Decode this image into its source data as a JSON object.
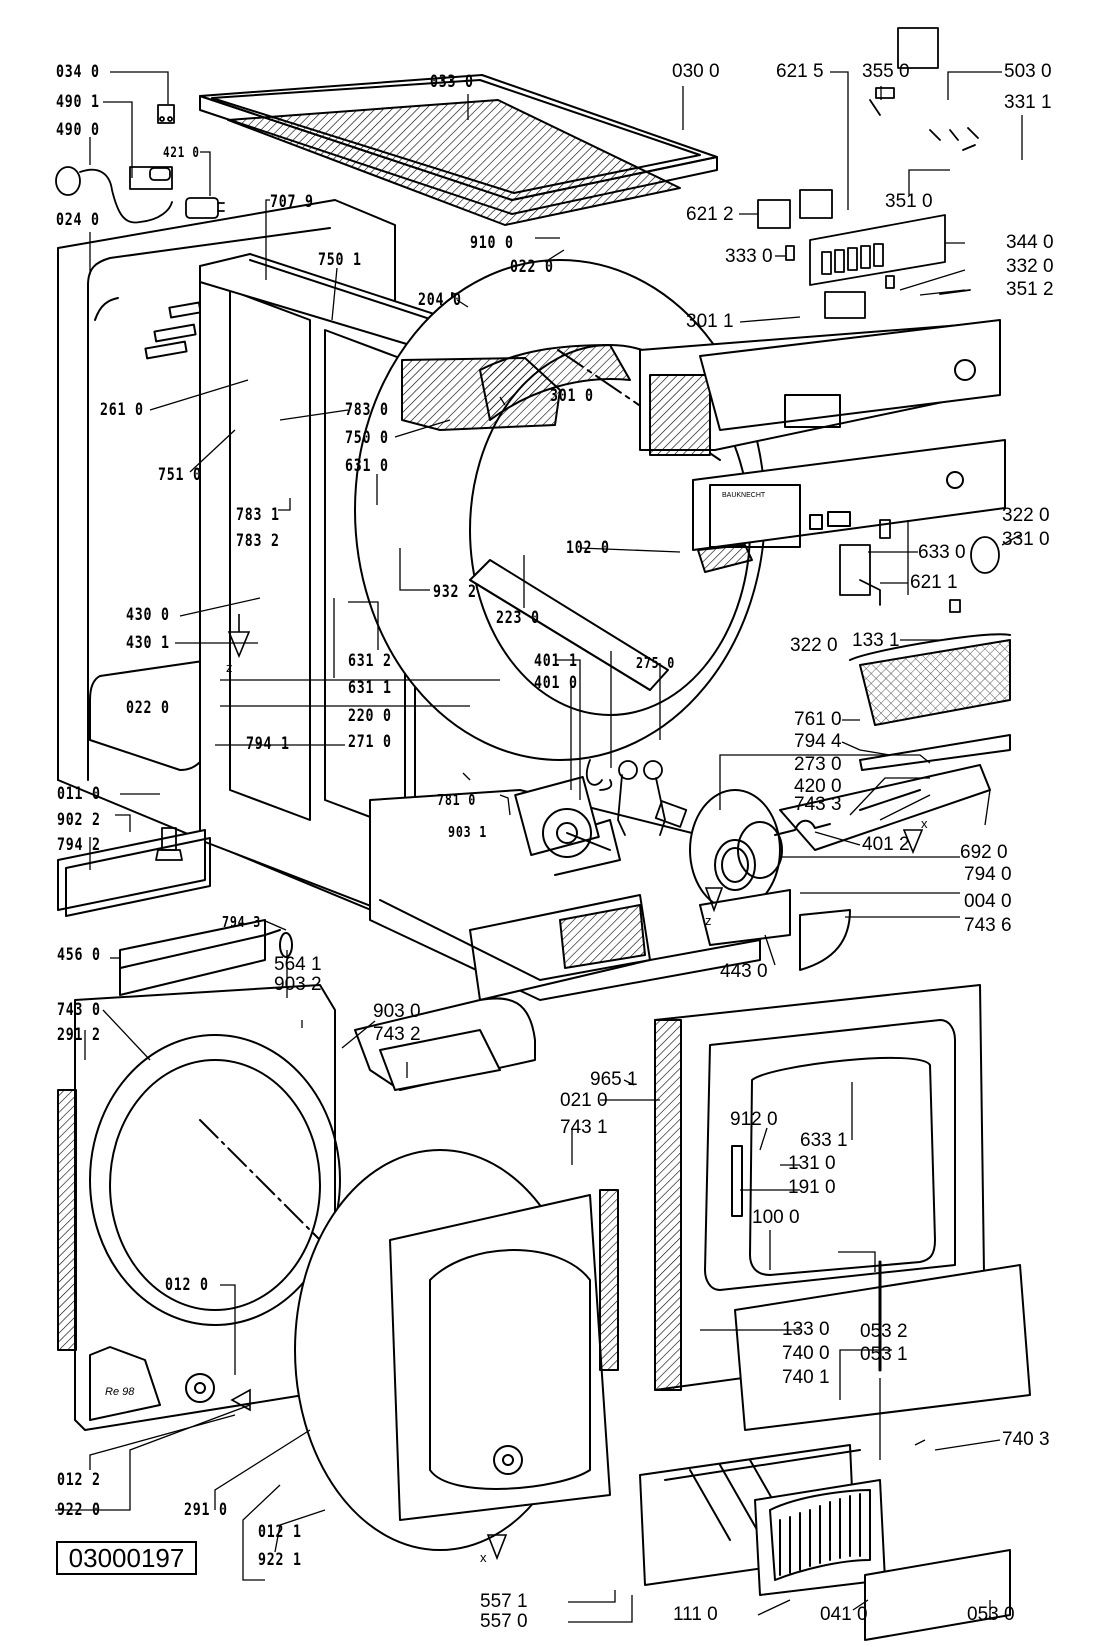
{
  "diagram": {
    "title": "Tumble dryer exploded parts diagram",
    "document_number": "03000197",
    "brand_text": "BAUKNECHT",
    "stamp_text": "Re 98",
    "axis_markers": [
      "z",
      "z",
      "x",
      "x"
    ],
    "labels": {
      "l0340": "034 0",
      "l4901": "490 1",
      "l4900": "490 0",
      "l4210": "421 0",
      "l0240": "024 0",
      "l7079": "707 9",
      "l7501": "750 1",
      "l0330": "033 0",
      "l0300": "030 0",
      "l6215": "621 5",
      "l3550": "355 0",
      "l5030": "503 0",
      "l3311": "331 1",
      "l3510": "351 0",
      "l6212": "621 2",
      "l3330": "333 0",
      "l3440": "344 0",
      "l3320": "332 0",
      "l3512": "351 2",
      "l9100": "910 0",
      "l0220a": "022 0",
      "l2040": "204 0",
      "l3011": "301 1",
      "l2610": "261 0",
      "l7830": "783 0",
      "l7500": "750 0",
      "l6310": "631 0",
      "l3010": "301 0",
      "l7510": "751 0",
      "l7831": "783 1",
      "l7832": "783 2",
      "l9322": "932 2",
      "l1020": "102 0",
      "l3220a": "322 0",
      "l3310": "331 0",
      "l6330": "633 0",
      "l4300": "430 0",
      "l4301": "430 1",
      "l2230": "223 0",
      "l6211": "621 1",
      "l6312": "631 2",
      "l6311": "631 1",
      "l3220b": "322 0",
      "l1331": "133 1",
      "l4011": "401 1",
      "l4010": "401 0",
      "l2750": "275 0",
      "l2200": "220 0",
      "l2710": "271 0",
      "l7610": "761 0",
      "l7944": "794 4",
      "l2730": "273 0",
      "l0220b": "022 0",
      "l4200": "420 0",
      "l7433": "743 3",
      "l7941": "794 1",
      "l7810": "781 0",
      "l0110": "011 0",
      "l9031": "903 1",
      "l9022": "902 2",
      "l7942": "794 2",
      "l6920": "692 0",
      "l4012": "401 2",
      "l7940": "794 0",
      "l7943": "794 3",
      "l0040": "004 0",
      "l7436": "743 6",
      "l4560": "456 0",
      "l5641": "564 1",
      "l9032": "903 2",
      "l4430": "443 0",
      "l9030": "903 0",
      "l7432": "743 2",
      "l7430": "743 0",
      "l2912": "291 2",
      "l9651": "965 1",
      "l0210": "021 0",
      "l7431": "743 1",
      "l9120": "912 0",
      "l6331": "633 1",
      "l1310": "131 0",
      "l1910": "191 0",
      "l1000": "100 0",
      "l0120": "012 0",
      "l1330": "133 0",
      "l0532": "053 2",
      "l0531": "053 1",
      "l7400": "740 0",
      "l7401": "740 1",
      "l7403": "740 3",
      "l0122": "012 2",
      "l9220": "922 0",
      "l2910": "291 0",
      "l0121": "012 1",
      "l9221": "922 1",
      "l5571": "557 1",
      "l5570": "557 0",
      "l1110": "111 0",
      "l0410": "041 0",
      "l0530": "053 0"
    }
  }
}
